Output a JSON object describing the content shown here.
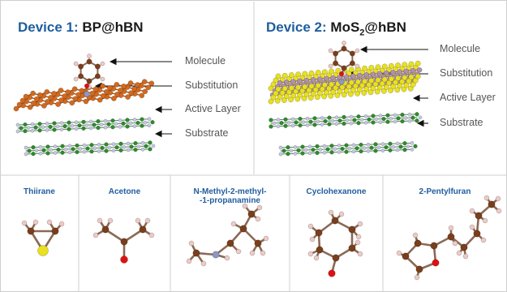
{
  "device1": {
    "prefix": "Device 1:",
    "material": "BP@hBN",
    "labels": {
      "molecule": "Molecule",
      "substitution": "Substitution",
      "active_layer": "Active Layer",
      "substrate": "Substrate"
    }
  },
  "device2": {
    "prefix": "Device 2:",
    "material_pre": "MoS",
    "material_sub": "2",
    "material_post": "@hBN",
    "labels": {
      "molecule": "Molecule",
      "substitution": "Substitution",
      "active_layer": "Active Layer",
      "substrate": "Substrate"
    }
  },
  "molecules": [
    {
      "name": "Thiirane"
    },
    {
      "name": "Acetone"
    },
    {
      "name_line1": "N-Methyl-2-methyl-",
      "name_line2": "-1-propanamine"
    },
    {
      "name": "Cyclohexanone"
    },
    {
      "name": "2-Pentylfuran"
    }
  ],
  "colors": {
    "accent": "#1f5e9e",
    "carbon": "#7a3e1c",
    "hydrogen": "#eecac6",
    "oxygen": "#e01010",
    "sulfur": "#e8e020",
    "nitrogen": "#8c97c7",
    "phosphorus": "#d2691e",
    "molybdenum": "#b090b0",
    "boron": "#9fd08a",
    "hbn_nitrogen": "#c5c8e6",
    "hbn_green": "#2e8b2e"
  }
}
